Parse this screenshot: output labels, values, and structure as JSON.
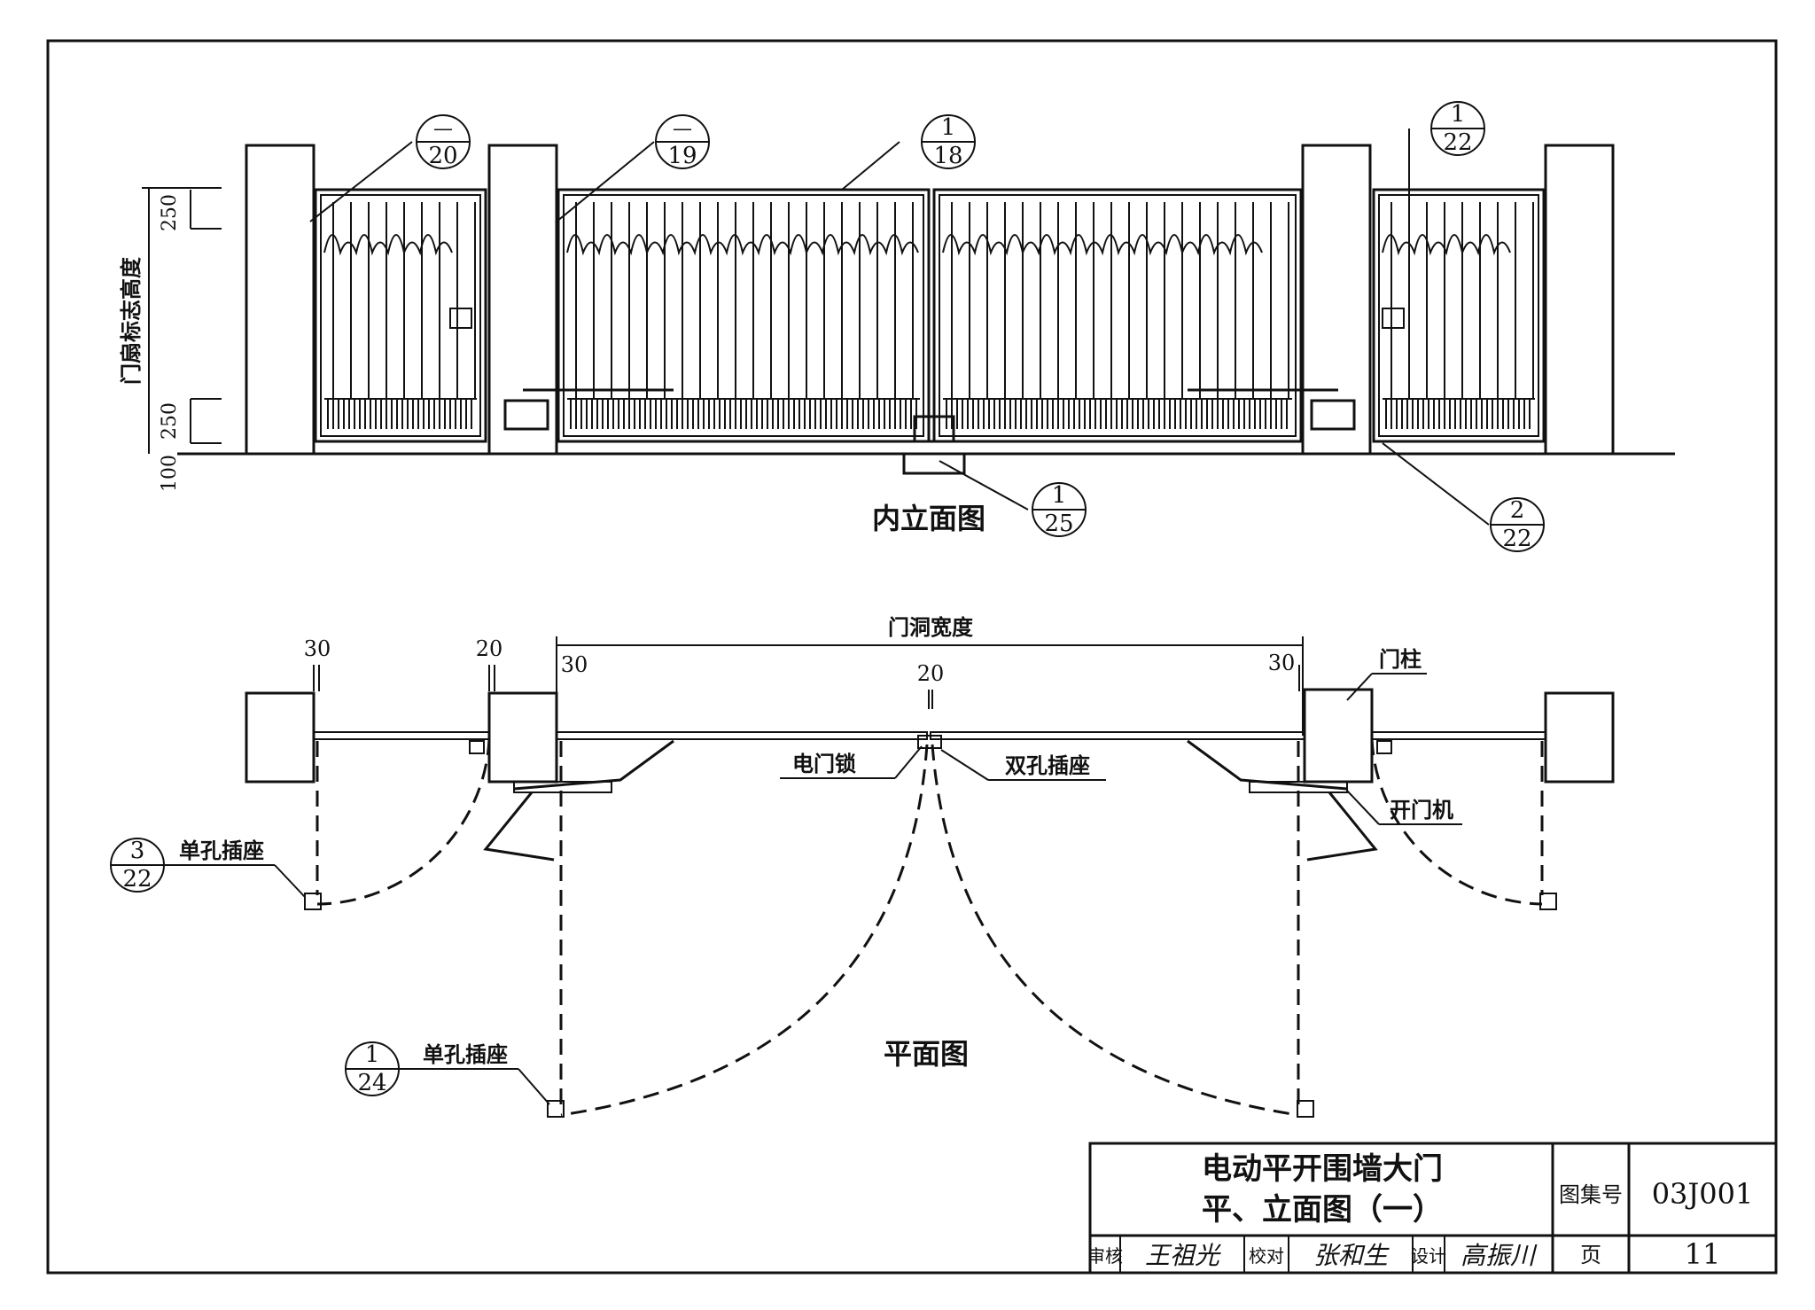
{
  "elevation": {
    "title": "内立面图",
    "vertical_label": "门扇标志高度",
    "dims": {
      "top": "250",
      "bottom": "250",
      "base": "100"
    },
    "callouts": [
      {
        "num": "—",
        "den": "20"
      },
      {
        "num": "—",
        "den": "19"
      },
      {
        "num": "1",
        "den": "18"
      },
      {
        "num": "1",
        "den": "22"
      },
      {
        "num": "1",
        "den": "25"
      },
      {
        "num": "2",
        "den": "22"
      }
    ]
  },
  "plan": {
    "title": "平面图",
    "opening_width": "门洞宽度",
    "dims": {
      "d30a": "30",
      "d20a": "20",
      "d30b": "30",
      "d20b": "20",
      "d30c": "30"
    },
    "labels": {
      "gate_post": "门柱",
      "electric_lock": "电门锁",
      "double_socket": "双孔插座",
      "opener": "开门机",
      "single_socket_a": "单孔插座",
      "single_socket_b": "单孔插座"
    },
    "callouts": [
      {
        "num": "3",
        "den": "22"
      },
      {
        "num": "1",
        "den": "24"
      }
    ]
  },
  "title_block": {
    "title_line1": "电动平开围墙大门",
    "title_line2": "平、立面图（一）",
    "atlas_label": "图集号",
    "atlas_no": "03J001",
    "page_label": "页",
    "page_no": "11",
    "review_label": "审核",
    "review_sig": "王祖光",
    "check_label": "校对",
    "check_sig": "张和生",
    "design_label": "设计",
    "design_sig": "高振川"
  }
}
